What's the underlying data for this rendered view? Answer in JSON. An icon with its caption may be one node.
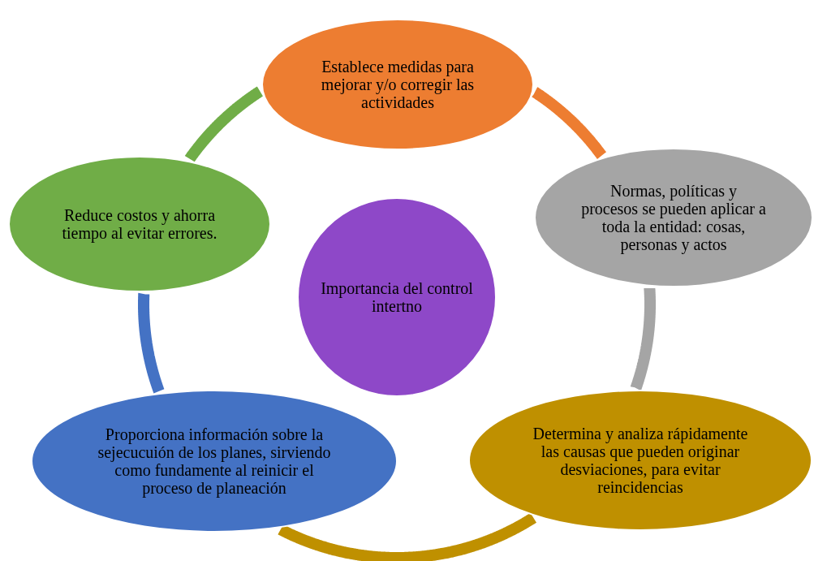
{
  "diagram": {
    "nodes": [
      {
        "text": [
          "Establece medidas para mejorar y/o corregir las actividades"
        ]
      },
      {
        "text": [
          "Normas, políticas y procesos se pueden aplicar a toda la entidad: cosas, personas y actos"
        ]
      },
      {
        "text": [
          "Determina y analiza rápidamente las causas que pueden originar desviaciones, para evitar reincidencias"
        ]
      },
      {
        "text": [
          "Proporciona información sobre la sejecucuión de los planes, sirviendo como fundamente al reinicir el proceso de planeación"
        ]
      },
      {
        "text": [
          "Reduce costos y ahorra tiempo al evitar errores."
        ]
      },
      {
        "text": [
          "Importancia del control intertno"
        ]
      }
    ],
    "edges": [
      {
        "from": 0,
        "to": 1,
        "arrow": "none",
        "color": "#ed7d31"
      },
      {
        "from": 1,
        "to": 2,
        "arrow": "none",
        "color": "#a5a5a5"
      },
      {
        "from": 2,
        "to": 3,
        "arrow": "none",
        "color": "#bf9000"
      },
      {
        "from": 3,
        "to": 4,
        "arrow": "none",
        "color": "#4472c4"
      },
      {
        "from": 4,
        "to": 0,
        "arrow": "none",
        "color": "#70ad47"
      }
    ]
  }
}
